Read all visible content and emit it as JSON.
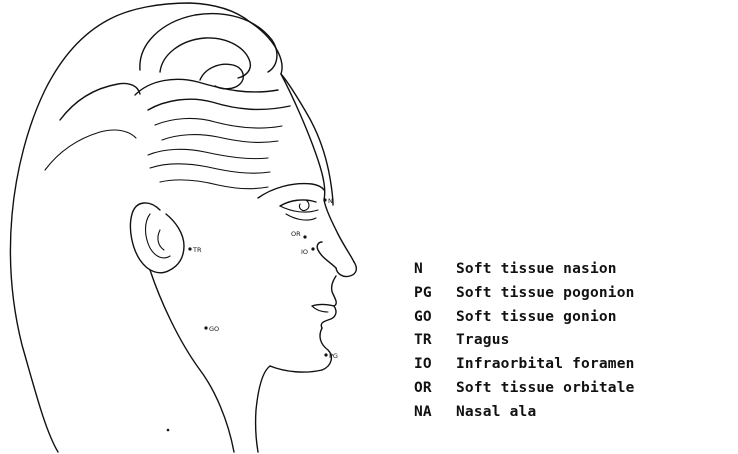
{
  "landmarks": [
    {
      "abbr": "N",
      "label": "N",
      "name": "Soft tissue nasion"
    },
    {
      "abbr": "PG",
      "label": "PG",
      "name": "Soft tissue pogonion"
    },
    {
      "abbr": "GO",
      "label": "GO",
      "name": "Soft tissue gonion"
    },
    {
      "abbr": "TR",
      "label": "TR",
      "name": "Tragus"
    },
    {
      "abbr": "IO",
      "label": "IO",
      "name": "Infraorbital foramen"
    },
    {
      "abbr": "OR",
      "label": "OR",
      "name": "Soft tissue orbitale"
    },
    {
      "abbr": "NA",
      "label": "",
      "name": "Nasal ala"
    }
  ]
}
